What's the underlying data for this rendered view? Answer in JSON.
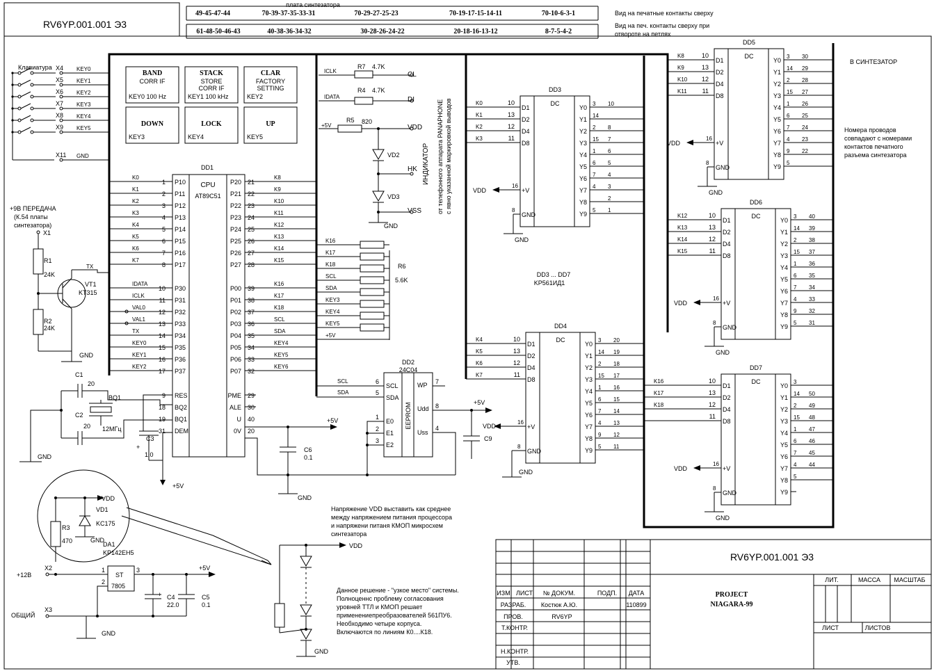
{
  "doc": {
    "code": "RV6YP.001.001 Э3",
    "project_line1": "PROJECT",
    "project_line2": "NIAGARA-99"
  },
  "header": {
    "board_title": "плата синтезатора",
    "row1": [
      "49-45-47-44",
      "70-39-37-35-33-31",
      "70-29-27-25-23",
      "70-19-17-15-14-11",
      "70-10-6-3-1"
    ],
    "row2": [
      "61-48-50-46-43",
      "40-38-36-34-32",
      "30-28-26-24-22",
      "20-18-16-13-12",
      "8-7-5-4-2"
    ],
    "note1": "Вид на печатные контакты сверху",
    "note2a": "Вид на печ. контакты сверху при",
    "note2b": "отвороте на петлях"
  },
  "keyboard": {
    "title": "Клавиатура",
    "switches": [
      {
        "ref": "X4",
        "net": "KEY0"
      },
      {
        "ref": "X5",
        "net": "KEY1"
      },
      {
        "ref": "X6",
        "net": "KEY2"
      },
      {
        "ref": "X7",
        "net": "KEY3"
      },
      {
        "ref": "X8",
        "net": "KEY4"
      },
      {
        "ref": "X9",
        "net": "KEY5"
      }
    ],
    "gnd_ref": "X11",
    "gnd_net": "GND"
  },
  "keys": [
    {
      "title": "BAND",
      "sub1": "CORR IF",
      "sub2": "",
      "foot": "KEY0  100 Hz"
    },
    {
      "title": "STACK",
      "sub1": "STORE",
      "sub2": "CORR IF",
      "foot": "KEY1 100 kHz"
    },
    {
      "title": "CLAR",
      "sub1": "FACTORY",
      "sub2": "SETTING",
      "foot": "KEY2"
    },
    {
      "title": "DOWN",
      "sub1": "",
      "sub2": "",
      "foot": "KEY3"
    },
    {
      "title": "LOCK",
      "sub1": "",
      "sub2": "",
      "foot": "KEY4"
    },
    {
      "title": "UP",
      "sub1": "",
      "sub2": "",
      "foot": "KEY5"
    }
  ],
  "dd1": {
    "ref": "DD1",
    "type": "CPU",
    "part": "AT89C51",
    "left": [
      {
        "net": "K0",
        "pin": "1",
        "name": "P10"
      },
      {
        "net": "K1",
        "pin": "2",
        "name": "P11"
      },
      {
        "net": "K2",
        "pin": "3",
        "name": "P12"
      },
      {
        "net": "K3",
        "pin": "4",
        "name": "P13"
      },
      {
        "net": "K4",
        "pin": "5",
        "name": "P14"
      },
      {
        "net": "K5",
        "pin": "6",
        "name": "P15"
      },
      {
        "net": "K6",
        "pin": "7",
        "name": "P16"
      },
      {
        "net": "K7",
        "pin": "8",
        "name": "P17"
      },
      {
        "net": "IDATA",
        "pin": "10",
        "name": "P30"
      },
      {
        "net": "ICLK",
        "pin": "11",
        "name": "P31"
      },
      {
        "net": "VAL0",
        "pin": "12",
        "name": "P32"
      },
      {
        "net": "VAL1",
        "pin": "13",
        "name": "P33"
      },
      {
        "net": "TX",
        "pin": "14",
        "name": "P34"
      },
      {
        "net": "KEY0",
        "pin": "15",
        "name": "P35"
      },
      {
        "net": "KEY1",
        "pin": "16",
        "name": "P36"
      },
      {
        "net": "KEY2",
        "pin": "17",
        "name": "P37"
      },
      {
        "net": "",
        "pin": "9",
        "name": "RES"
      },
      {
        "net": "",
        "pin": "18",
        "name": "BQ2"
      },
      {
        "net": "",
        "pin": "19",
        "name": "BQ1"
      },
      {
        "net": "",
        "pin": "31",
        "name": "DEM"
      }
    ],
    "right": [
      {
        "name": "P20",
        "pin": "21",
        "net": "K8"
      },
      {
        "name": "P21",
        "pin": "22",
        "net": "K9"
      },
      {
        "name": "P22",
        "pin": "23",
        "net": "K10"
      },
      {
        "name": "P23",
        "pin": "24",
        "net": "K11"
      },
      {
        "name": "P24",
        "pin": "25",
        "net": "K12"
      },
      {
        "name": "P25",
        "pin": "26",
        "net": "K13"
      },
      {
        "name": "P26",
        "pin": "27",
        "net": "K14"
      },
      {
        "name": "P27",
        "pin": "28",
        "net": "K15"
      },
      {
        "name": "P00",
        "pin": "39",
        "net": "K16"
      },
      {
        "name": "P01",
        "pin": "38",
        "net": "K17"
      },
      {
        "name": "P02",
        "pin": "37",
        "net": "K18"
      },
      {
        "name": "P03",
        "pin": "36",
        "net": "SCL"
      },
      {
        "name": "P04",
        "pin": "35",
        "net": "SDA"
      },
      {
        "name": "P05",
        "pin": "34",
        "net": "KEY4"
      },
      {
        "name": "P06",
        "pin": "33",
        "net": "KEY5"
      },
      {
        "name": "P07",
        "pin": "32",
        "net": "KEY6"
      },
      {
        "name": "PME",
        "pin": "29",
        "net": ""
      },
      {
        "name": "ALE",
        "pin": "30",
        "net": ""
      },
      {
        "name": "U",
        "pin": "40",
        "net": "+5V"
      },
      {
        "name": "0V",
        "pin": "20",
        "net": ""
      }
    ]
  },
  "power_in": {
    "label1": "+9В ПЕРЕДАЧА",
    "label2": "(К.54 платы",
    "label3": "синтезатора)",
    "x1": "X1",
    "r1": "R1",
    "r1v": "24K",
    "r2": "R2",
    "r2v": "24K",
    "vt1": "VT1",
    "vt1p": "KT315",
    "tx": "TX",
    "gnd": "GND"
  },
  "osc": {
    "c1": "C1",
    "c1v": "20",
    "c2": "C2",
    "c2v": "20",
    "bq": "BQ1",
    "bqv": "12МГц",
    "c3": "C3",
    "c3v": "1.0",
    "gnd": "GND",
    "p5": "+5V"
  },
  "c6": {
    "ref": "C6",
    "val": "0.1",
    "gnd": "GND",
    "p5": "+5V"
  },
  "indicator": {
    "nets": [
      "ICLK",
      "IDATA",
      "+5V"
    ],
    "r7": "R7",
    "r7v": "4.7K",
    "r4": "R4",
    "r4v": "4.7K",
    "r5": "R5",
    "r5v": "820",
    "pins": [
      "CL",
      "DI",
      "VDD",
      "HK",
      "VSS"
    ],
    "vd2": "VD2",
    "vd3": "VD3",
    "gnd": "GND",
    "title": "ИНДИКАТОР",
    "line2": "от телефонного аппарата PANAPHONE",
    "line3": "с явно указанной маркировкой выводов"
  },
  "r6": {
    "ref": "R6",
    "val": "5.6K",
    "nets": [
      "K16",
      "K17",
      "K18",
      "SCL",
      "SDA",
      "KEY3",
      "KEY4",
      "KEY5",
      "+5V"
    ]
  },
  "dd2": {
    "ref": "DD2",
    "part": "24C04",
    "inner": "EEPROM",
    "scl_net": "SCL",
    "sda_net": "SDA",
    "pins": [
      {
        "name": "SCL",
        "pin": "6"
      },
      {
        "name": "SDA",
        "pin": "5"
      },
      {
        "name": "E0",
        "pin": "1"
      },
      {
        "name": "E1",
        "pin": "2"
      },
      {
        "name": "E2",
        "pin": "3"
      },
      {
        "name": "WP",
        "pin": "7"
      },
      {
        "name": "Udd",
        "pin": "8"
      },
      {
        "name": "Uss",
        "pin": "4"
      }
    ],
    "c9": "C9",
    "p5": "+5V",
    "vdd": "VDD"
  },
  "decoders": [
    {
      "ref": "DD3",
      "inputs": [
        {
          "net": "K0",
          "pin": "10"
        },
        {
          "net": "K1",
          "pin": "13"
        },
        {
          "net": "K2",
          "pin": "12"
        },
        {
          "net": "K3",
          "pin": "11"
        }
      ],
      "outwires": [
        [
          "3",
          "10"
        ],
        [
          "14",
          ""
        ],
        [
          "2",
          "8"
        ],
        [
          "15",
          "7"
        ],
        [
          "1",
          "6"
        ],
        [
          "6",
          "5"
        ],
        [
          "7",
          "4"
        ],
        [
          "4",
          "3"
        ],
        [
          "",
          "2"
        ],
        [
          "5",
          "1"
        ]
      ]
    },
    {
      "ref": "DD4",
      "inputs": [
        {
          "net": "K4",
          "pin": "10"
        },
        {
          "net": "K5",
          "pin": "13"
        },
        {
          "net": "K6",
          "pin": "12"
        },
        {
          "net": "K7",
          "pin": "11"
        }
      ],
      "outwires": [
        [
          "3",
          "20"
        ],
        [
          "14",
          "19"
        ],
        [
          "2",
          "18"
        ],
        [
          "15",
          "17"
        ],
        [
          "1",
          "16"
        ],
        [
          "6",
          "15"
        ],
        [
          "7",
          "14"
        ],
        [
          "4",
          "13"
        ],
        [
          "9",
          "12"
        ],
        [
          "5",
          "11"
        ]
      ]
    },
    {
      "ref": "DD5",
      "inputs": [
        {
          "net": "K8",
          "pin": "10"
        },
        {
          "net": "K9",
          "pin": "13"
        },
        {
          "net": "K10",
          "pin": "12"
        },
        {
          "net": "K11",
          "pin": "11"
        }
      ],
      "outwires": [
        [
          "3",
          "30"
        ],
        [
          "14",
          "29"
        ],
        [
          "2",
          "28"
        ],
        [
          "15",
          "27"
        ],
        [
          "1",
          "26"
        ],
        [
          "6",
          "25"
        ],
        [
          "7",
          "24"
        ],
        [
          "4",
          "23"
        ],
        [
          "9",
          "22"
        ],
        [
          "5",
          ""
        ]
      ]
    },
    {
      "ref": "DD6",
      "inputs": [
        {
          "net": "K12",
          "pin": "10"
        },
        {
          "net": "K13",
          "pin": "13"
        },
        {
          "net": "K14",
          "pin": "12"
        },
        {
          "net": "K15",
          "pin": "11"
        }
      ],
      "outwires": [
        [
          "3",
          "40"
        ],
        [
          "14",
          "39"
        ],
        [
          "2",
          "38"
        ],
        [
          "15",
          "37"
        ],
        [
          "1",
          "36"
        ],
        [
          "6",
          "35"
        ],
        [
          "7",
          "34"
        ],
        [
          "4",
          "33"
        ],
        [
          "9",
          "32"
        ],
        [
          "5",
          "31"
        ]
      ]
    },
    {
      "ref": "DD7",
      "inputs": [
        {
          "net": "K16",
          "pin": "10"
        },
        {
          "net": "K17",
          "pin": "13"
        },
        {
          "net": "K18",
          "pin": "12"
        },
        {
          "net": "",
          "pin": "11"
        }
      ],
      "outwires": [
        [
          "3",
          ""
        ],
        [
          "14",
          "50"
        ],
        [
          "2",
          "49"
        ],
        [
          "15",
          "48"
        ],
        [
          "1",
          "47"
        ],
        [
          "6",
          "46"
        ],
        [
          "7",
          "45"
        ],
        [
          "4",
          "44"
        ],
        [
          "5",
          ""
        ],
        [
          "",
          ""
        ]
      ]
    }
  ],
  "decoder_common": {
    "label": "DC",
    "in_names": [
      "D1",
      "D2",
      "D4",
      "D8"
    ],
    "out_names": [
      "Y0",
      "Y1",
      "Y2",
      "Y3",
      "Y4",
      "Y5",
      "Y6",
      "Y7",
      "Y8",
      "Y9"
    ],
    "pv": "+V",
    "gnd": "GND",
    "pin16": "16",
    "pin8": "8",
    "vdd": "VDD",
    "gnd_label": "GND"
  },
  "dd37": {
    "line1": "DD3 ... DD7",
    "line2": "KP561ИД1"
  },
  "synth_notes": {
    "into": "В СИНТЕЗАТОР",
    "n1": "Номера проводов",
    "n2": "совпадают с номерами",
    "n3": "контактов печатного",
    "n4": "разъема синтезатора"
  },
  "vdd_note": {
    "l1": "Напряжение VDD выставить как среднее",
    "l2": "между напряжением питания процессора",
    "l3": "и напряжени питаня КМОП микросхем",
    "l4": "синтезатора"
  },
  "zoom": {
    "vdd": "VDD",
    "vd1": "VD1",
    "vd1p": "KC175",
    "r3": "R3",
    "r3v": "470",
    "gnd": "GND"
  },
  "reg": {
    "da1": "DA1",
    "da1p": "KP142EH5",
    "st": "ST",
    "part": "7805",
    "p12": "+12В",
    "x2": "X2",
    "common": "ОБЩИЙ",
    "x3": "X3",
    "c4": "C4",
    "c4v": "22.0",
    "c5": "C5",
    "c5v": "0.1",
    "p5": "+5V",
    "gnd": "GND"
  },
  "chain": {
    "vdd": "VDD",
    "gnd": "GND"
  },
  "bottleneck": {
    "l1": "Данное решение - \"узкое место\" системы.",
    "l2": "Полноценнс проблему согласования",
    "l3": "уровней ТТЛ и КМОП решает",
    "l4": "применениепреобразователей  561ПУ6.",
    "l5": "Необходимо четыре корпуса.",
    "l6": "Включаются по линиям К0....К18."
  },
  "stamp": {
    "izm": "ИЗМ",
    "list": "ЛИСТ",
    "ndoc": "№ ДОКУМ.",
    "podp": "ПОДП.",
    "data": "ДАТА",
    "razrab": "РАЗРАБ.",
    "razrab_name": "Костюк А.Ю.",
    "razrab_date": "110899",
    "prov": "ПРОВ.",
    "prov_name": "RV6YP",
    "tkontr": "Т.КОНТР.",
    "nkontr": "Н.КОНТР.",
    "utv": "УТВ.",
    "lit": "ЛИТ.",
    "massa": "МАССА",
    "masshtab": "МАСШТАБ",
    "list2": "ЛИСТ",
    "listov": "ЛИСТОВ"
  }
}
